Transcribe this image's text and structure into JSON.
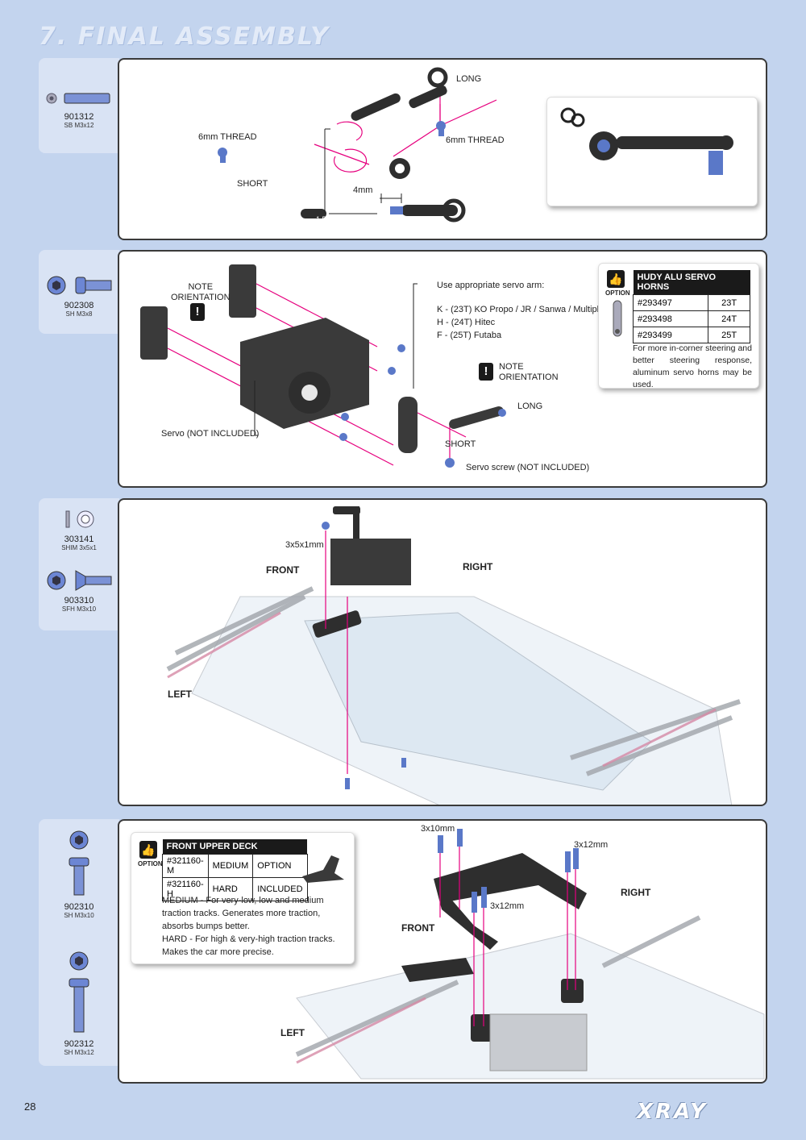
{
  "page": {
    "title": "7. FINAL ASSEMBLY",
    "page_number": "28",
    "brand": "XRAY"
  },
  "parts": {
    "p1": {
      "num": "901312",
      "desc": "SB M3x12"
    },
    "p2": {
      "num": "902308",
      "desc": "SH M3x8"
    },
    "p3a": {
      "num": "303141",
      "desc": "SHIM 3x5x1"
    },
    "p3b": {
      "num": "903310",
      "desc": "SFH M3x10"
    },
    "p4a": {
      "num": "902310",
      "desc": "SH M3x10"
    },
    "p4b": {
      "num": "902312",
      "desc": "SH M3x12"
    }
  },
  "panel1": {
    "long": "LONG",
    "thread_left": "6mm THREAD",
    "thread_right": "6mm THREAD",
    "short": "SHORT",
    "dim": "4mm",
    "tool": "1.5mm"
  },
  "panel2": {
    "note_left": "NOTE\nORIENTATION",
    "note_right": "NOTE\nORIENTATION",
    "servo_arm_title": "Use appropriate servo arm:",
    "servo_arm_k": "K - (23T) KO Propo / JR / Sanwa / Multiplex",
    "servo_arm_h": "H - (24T) Hitec",
    "servo_arm_f": "F - (25T) Futaba",
    "long": "LONG",
    "short": "SHORT",
    "servo": "Servo (NOT INCLUDED)",
    "servo_screw": "Servo screw (NOT INCLUDED)",
    "option_label": "OPTION",
    "option_table": {
      "title": "HUDY ALU SERVO HORNS",
      "rows": [
        {
          "code": "#293497",
          "val": "23T"
        },
        {
          "code": "#293498",
          "val": "24T"
        },
        {
          "code": "#293499",
          "val": "25T"
        }
      ]
    },
    "option_text": "For more in-corner steering and better steering response, aluminum servo horns may be used."
  },
  "panel3": {
    "shim": "3x5x1mm",
    "front": "FRONT",
    "right": "RIGHT",
    "left": "LEFT"
  },
  "panel4": {
    "option_label": "OPTION",
    "option_table": {
      "title": "FRONT UPPER DECK",
      "rows": [
        {
          "code": "#321160-M",
          "hard": "MEDIUM",
          "kind": "OPTION"
        },
        {
          "code": "#321160-H",
          "hard": "HARD",
          "kind": "INCLUDED"
        }
      ]
    },
    "medium_text": "MEDIUM - For very-low, low and medium traction tracks. Generates more traction, absorbs bumps better.",
    "hard_text": "HARD - For high & very-high traction tracks. Makes the car more precise.",
    "s1": "3x10mm",
    "s2": "3x12mm",
    "s3": "3x12mm",
    "front": "FRONT",
    "right": "RIGHT",
    "left": "LEFT"
  },
  "colors": {
    "background": "#c3d4ee",
    "accent": "#e6007e",
    "part_blue": "#5a78c8"
  }
}
